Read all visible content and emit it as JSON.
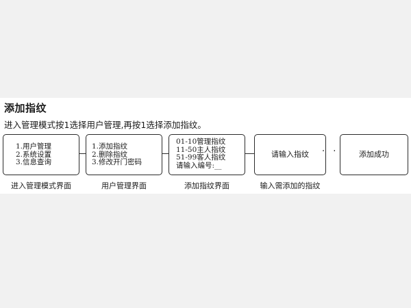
{
  "heading": "添加指纹",
  "instruction": "进入管理模式按1选择用户管理,再按1选择添加指纹。",
  "steps": [
    {
      "lines": [
        "1.用户管理",
        "2.系统设置",
        "3.信息查询"
      ],
      "caption": "进入管理模式界面"
    },
    {
      "lines": [
        "1.添加指纹",
        "2.删除指纹",
        "3.修改开门密码"
      ],
      "caption": "用户管理界面"
    },
    {
      "lines": [
        "01-10管理指纹",
        "11-50主人指纹",
        "51-99客人指纹",
        "请输入编号:__"
      ],
      "caption": "添加指纹界面"
    },
    {
      "text": "请输入指纹",
      "caption": "输入需添加的指纹"
    },
    {
      "text": "添加成功",
      "caption": ""
    }
  ],
  "ellipsis": "· ·"
}
